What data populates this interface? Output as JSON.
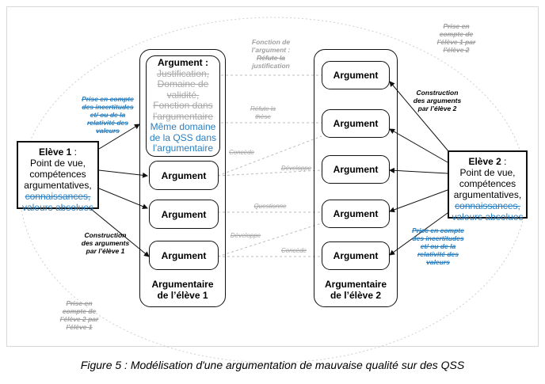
{
  "argument_label": "Argument",
  "column1": {
    "title_line1": "Argumentaire",
    "title_line2": "de l’élève 1"
  },
  "column2": {
    "title_line1": "Argumentaire",
    "title_line2": "de l’élève 2"
  },
  "first_argument": {
    "title": "Argument :",
    "struck_lines": [
      "Justification,",
      "Domaine de",
      "validité,",
      "Fonction dans",
      "l’argumentaire"
    ],
    "blue_lines": [
      "Même domaine",
      "de la QSS dans",
      "l’argumentaire"
    ]
  },
  "student1": {
    "name": "Elève 1",
    "name_suffix": " :",
    "lines": [
      "Point de vue,",
      "compétences",
      "argumentatives,"
    ],
    "struck_blue": "connaissances,",
    "last_blue": "valeurs absolues"
  },
  "student2": {
    "name": "Elève 2",
    "name_suffix": " :",
    "lines": [
      "Point de vue,",
      "compétences",
      "argumentatives,"
    ],
    "struck_blue": "connaissances,",
    "last_blue": "valeurs absolues"
  },
  "notes": {
    "take_e1_prefix": "Prise en compte de ",
    "take_e1": [
      "Prise en",
      "compte de",
      "l’élève 1 par",
      "l’élève 2"
    ],
    "take_e2": [
      "Prise en",
      "compte de",
      "l’élève 2 par",
      "l’élève 1"
    ],
    "construction_e2": [
      "Construction",
      "des arguments",
      "par l’élève 2"
    ],
    "construction_e1": [
      "Construction",
      "des arguments",
      "par l’élève 1"
    ],
    "uncertainty_left": [
      "Prise en compte",
      "des incertitudes",
      "et/ ou de la",
      "relativité des",
      "valeurs"
    ],
    "uncertainty_right": [
      "Prise en compte",
      "des incertitudes",
      "et/ ou de la",
      "relativité des",
      "valeurs"
    ],
    "function_arg": [
      "Fonction de",
      "l’argument :",
      "Réfute la",
      "justification"
    ]
  },
  "links": {
    "refute_these": [
      "Réfute la",
      "thèse"
    ],
    "concede_1": "Concède",
    "develop_1": "Développe",
    "question": "Questionne",
    "develop_2": "Développe",
    "concede_2": "Concède"
  },
  "caption": "Figure 5 : Modélisation d'une argumentation de mauvaise qualité sur des QSS",
  "colors": {
    "blue": "#2a7fc0",
    "grey": "#a6a6a6",
    "border": "#111111"
  }
}
